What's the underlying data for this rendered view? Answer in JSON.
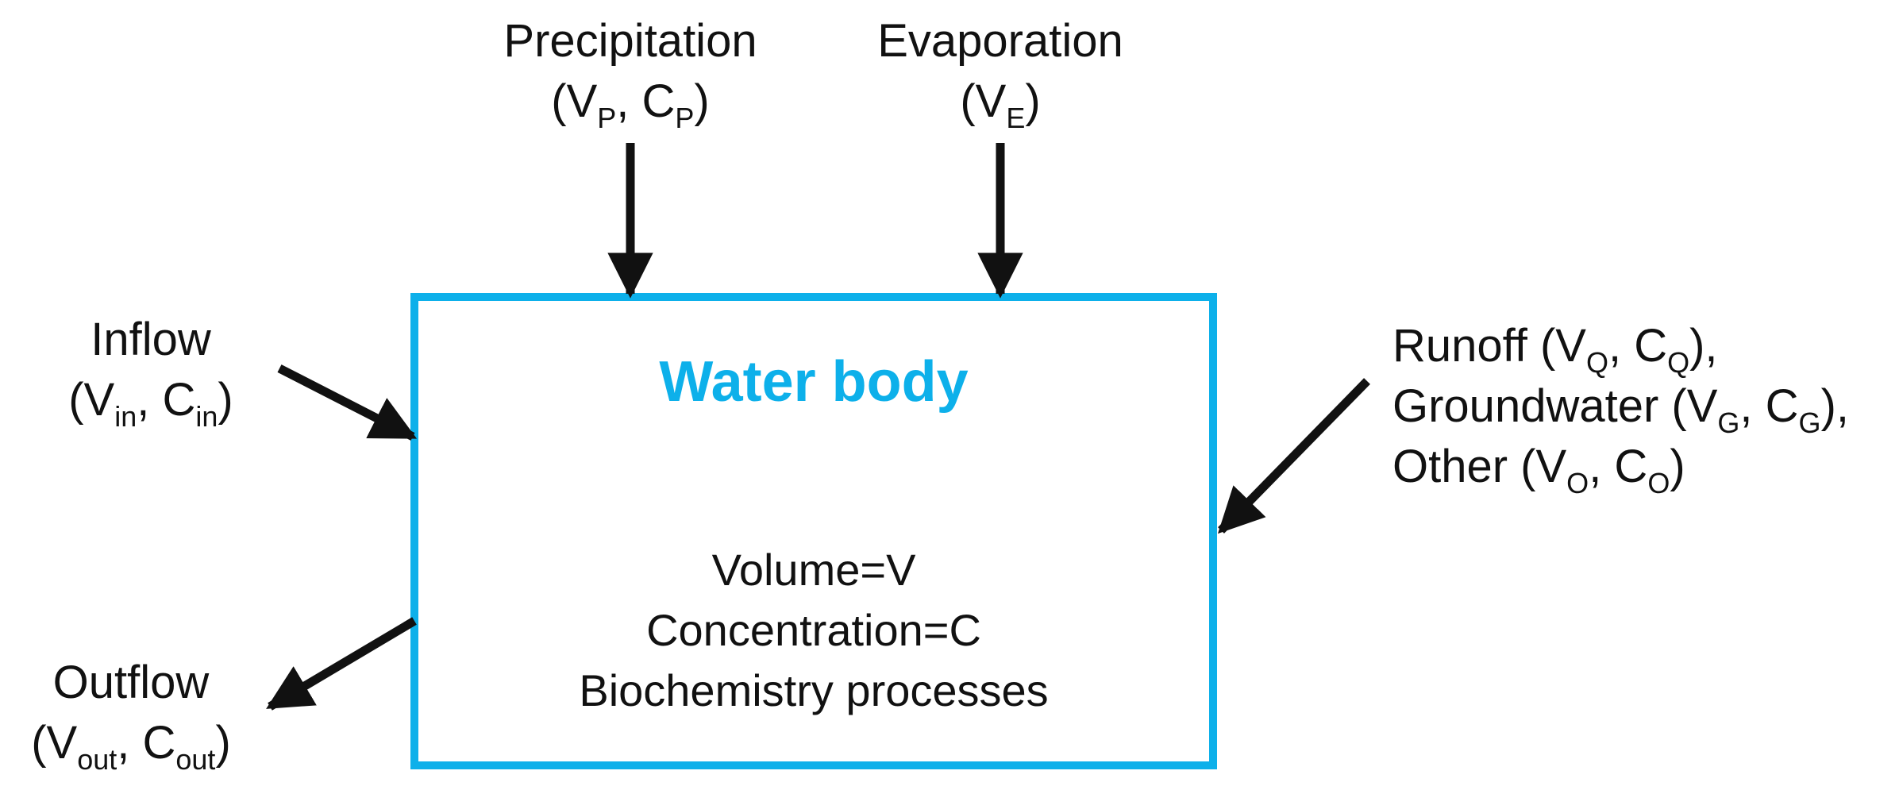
{
  "colors": {
    "box": "#0DB0EA",
    "arrow": "#111111",
    "text": "#111111"
  },
  "water_body": {
    "title": "Water body",
    "lines": [
      "Volume=V",
      "Concentration=C",
      "Biochemistry processes"
    ]
  },
  "precipitation": {
    "name": "Precipitation",
    "open": "(V",
    "s1": "P",
    "mid": ", C",
    "s2": "P",
    "close": ")"
  },
  "evaporation": {
    "name": "Evaporation",
    "open": "(V",
    "s1": "E",
    "close": ")"
  },
  "inflow": {
    "name": "Inflow",
    "open": "(V",
    "s1": "in",
    "mid": ", C",
    "s2": "in",
    "close": ")"
  },
  "outflow": {
    "name": "Outflow",
    "open": "(V",
    "s1": "out",
    "mid": ", C",
    "s2": "out",
    "close": ")"
  },
  "runoff": {
    "name": "Runoff (V",
    "s1": "Q",
    "mid": ", C",
    "s2": "Q",
    "close": "),",
    "s1_id": "Q"
  },
  "groundwater": {
    "name": "Groundwater (V",
    "s1": "G",
    "mid": ", C",
    "s2": "G",
    "close": "),",
    "s1_id": "G"
  },
  "other": {
    "name": "Other (V",
    "s1": "O",
    "mid": ", C",
    "s2": "O",
    "close": ")"
  }
}
